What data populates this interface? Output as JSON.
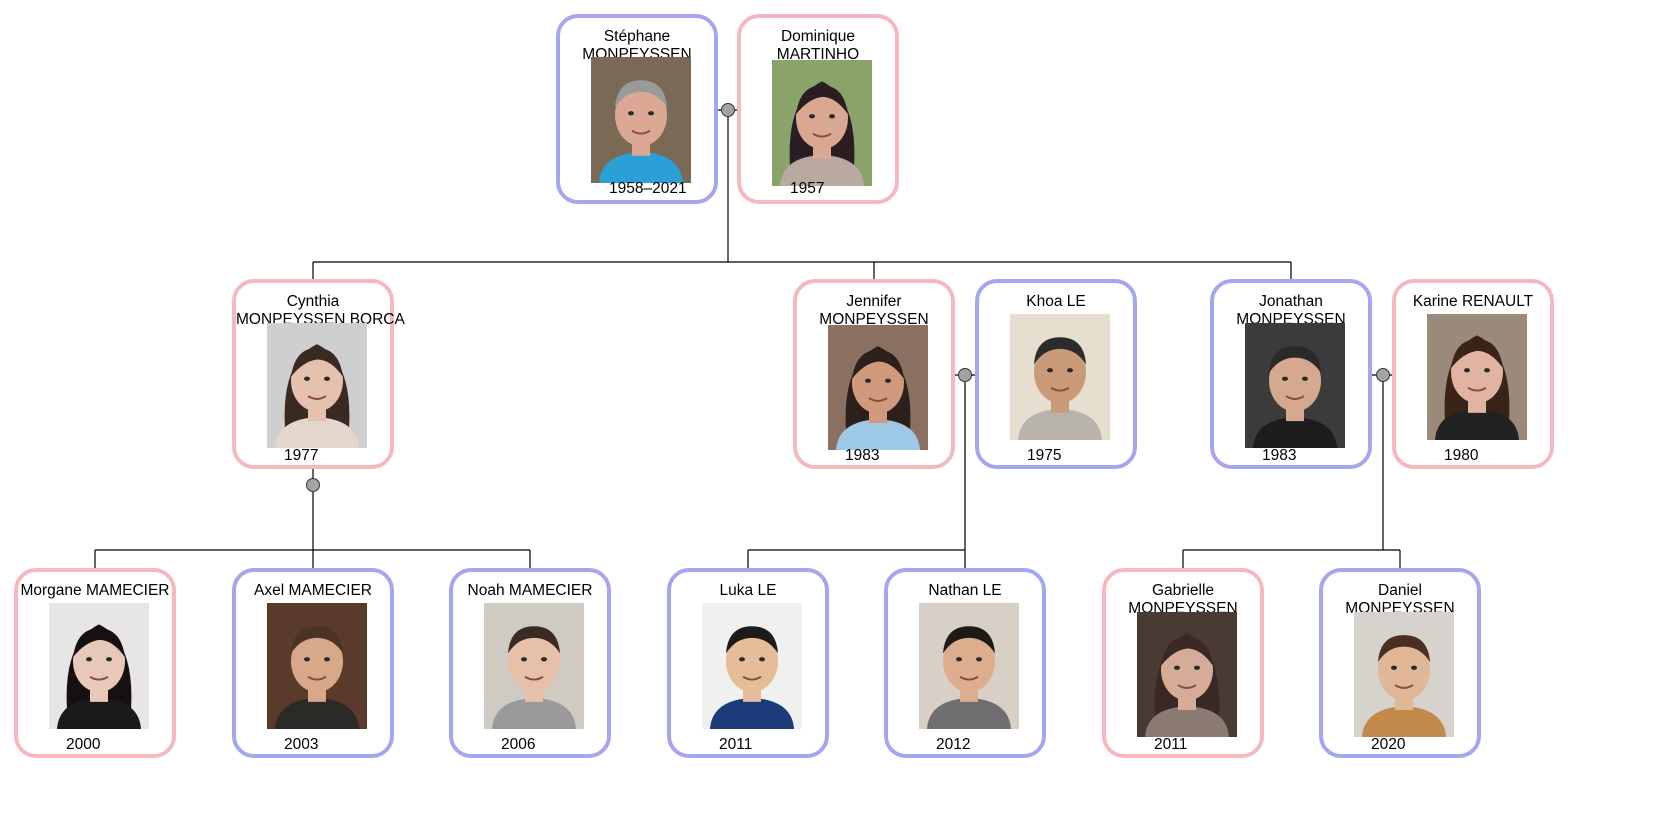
{
  "persons": [
    {
      "id": "stephane",
      "first": "Stéphane",
      "last": "MONPEYSSEN",
      "years": "1958–2021",
      "sex": "m",
      "skin": "#dba993",
      "hair": "#9a9a9a",
      "bg": "#7a6a55",
      "shirt": "#2aa0d6"
    },
    {
      "id": "dominique",
      "first": "Dominique",
      "last": "MARTINHO",
      "years": "1957",
      "sex": "f",
      "skin": "#d9a890",
      "hair": "#2a1e22",
      "bg": "#8aa36b",
      "shirt": "#b9a9a0"
    },
    {
      "id": "cynthia",
      "first": "Cynthia",
      "last": "MONPEYSSEN BORCA",
      "years": "1977",
      "sex": "f",
      "skin": "#e6c2ae",
      "hair": "#3a2a22",
      "bg": "#cfcfcf",
      "shirt": "#e2d6cd"
    },
    {
      "id": "jennifer",
      "first": "Jennifer",
      "last": "MONPEYSSEN",
      "years": "1983",
      "sex": "f",
      "skin": "#d29a7c",
      "hair": "#2c201c",
      "bg": "#8a7060",
      "shirt": "#9ec9e6"
    },
    {
      "id": "khoa",
      "first": "Khoa LE",
      "last": "",
      "years": "1975",
      "sex": "m",
      "skin": "#c99a78",
      "hair": "#2c2c2c",
      "bg": "#e6dfd0",
      "shirt": "#b8b4ad"
    },
    {
      "id": "jonathan",
      "first": "Jonathan",
      "last": "MONPEYSSEN",
      "years": "1983",
      "sex": "m",
      "skin": "#d6a98e",
      "hair": "#2a2a2a",
      "bg": "#3b3b3b",
      "shirt": "#1d1d1d"
    },
    {
      "id": "karine",
      "first": "Karine RENAULT",
      "last": "",
      "years": "1980",
      "sex": "f",
      "skin": "#e0b4a0",
      "hair": "#3a2418",
      "bg": "#9a8a7a",
      "shirt": "#222222"
    },
    {
      "id": "morgane",
      "first": "Morgane MAMECIER",
      "last": "",
      "years": "2000",
      "sex": "f",
      "skin": "#e8c8b8",
      "hair": "#161010",
      "bg": "#e8e6e4",
      "shirt": "#1a1a1a"
    },
    {
      "id": "axel",
      "first": "Axel MAMECIER",
      "last": "",
      "years": "2003",
      "sex": "m",
      "skin": "#d8a88a",
      "hair": "#4a3424",
      "bg": "#5a3a2a",
      "shirt": "#2b2a26"
    },
    {
      "id": "noah",
      "first": "Noah MAMECIER",
      "last": "",
      "years": "2006",
      "sex": "m",
      "skin": "#e6c0a8",
      "hair": "#3a2c24",
      "bg": "#cfcac2",
      "shirt": "#9a9a9c"
    },
    {
      "id": "luka",
      "first": "Luka LE",
      "last": "",
      "years": "2011",
      "sex": "m",
      "skin": "#e4bc98",
      "hair": "#1c1c1c",
      "bg": "#f0f0f0",
      "shirt": "#1a3a7a"
    },
    {
      "id": "nathan",
      "first": "Nathan LE",
      "last": "",
      "years": "2012",
      "sex": "m",
      "skin": "#dcae8e",
      "hair": "#1e1a18",
      "bg": "#d8cfc6",
      "shirt": "#6f6f72"
    },
    {
      "id": "gabrielle",
      "first": "Gabrielle",
      "last": "MONPEYSSEN",
      "years": "2011",
      "sex": "f",
      "skin": "#d6ab98",
      "hair": "#3a2824",
      "bg": "#4a3a34",
      "shirt": "#8a7a72"
    },
    {
      "id": "daniel",
      "first": "Daniel",
      "last": "MONPEYSSEN",
      "years": "2020",
      "sex": "m",
      "skin": "#e0b898",
      "hair": "#4a3020",
      "bg": "#d6d2cc",
      "shirt": "#c28a4a"
    }
  ],
  "colors": {
    "male_border": "#a6a6ef",
    "female_border": "#f5b8c0",
    "line": "#000000",
    "union_node": "#a3a3a3"
  }
}
